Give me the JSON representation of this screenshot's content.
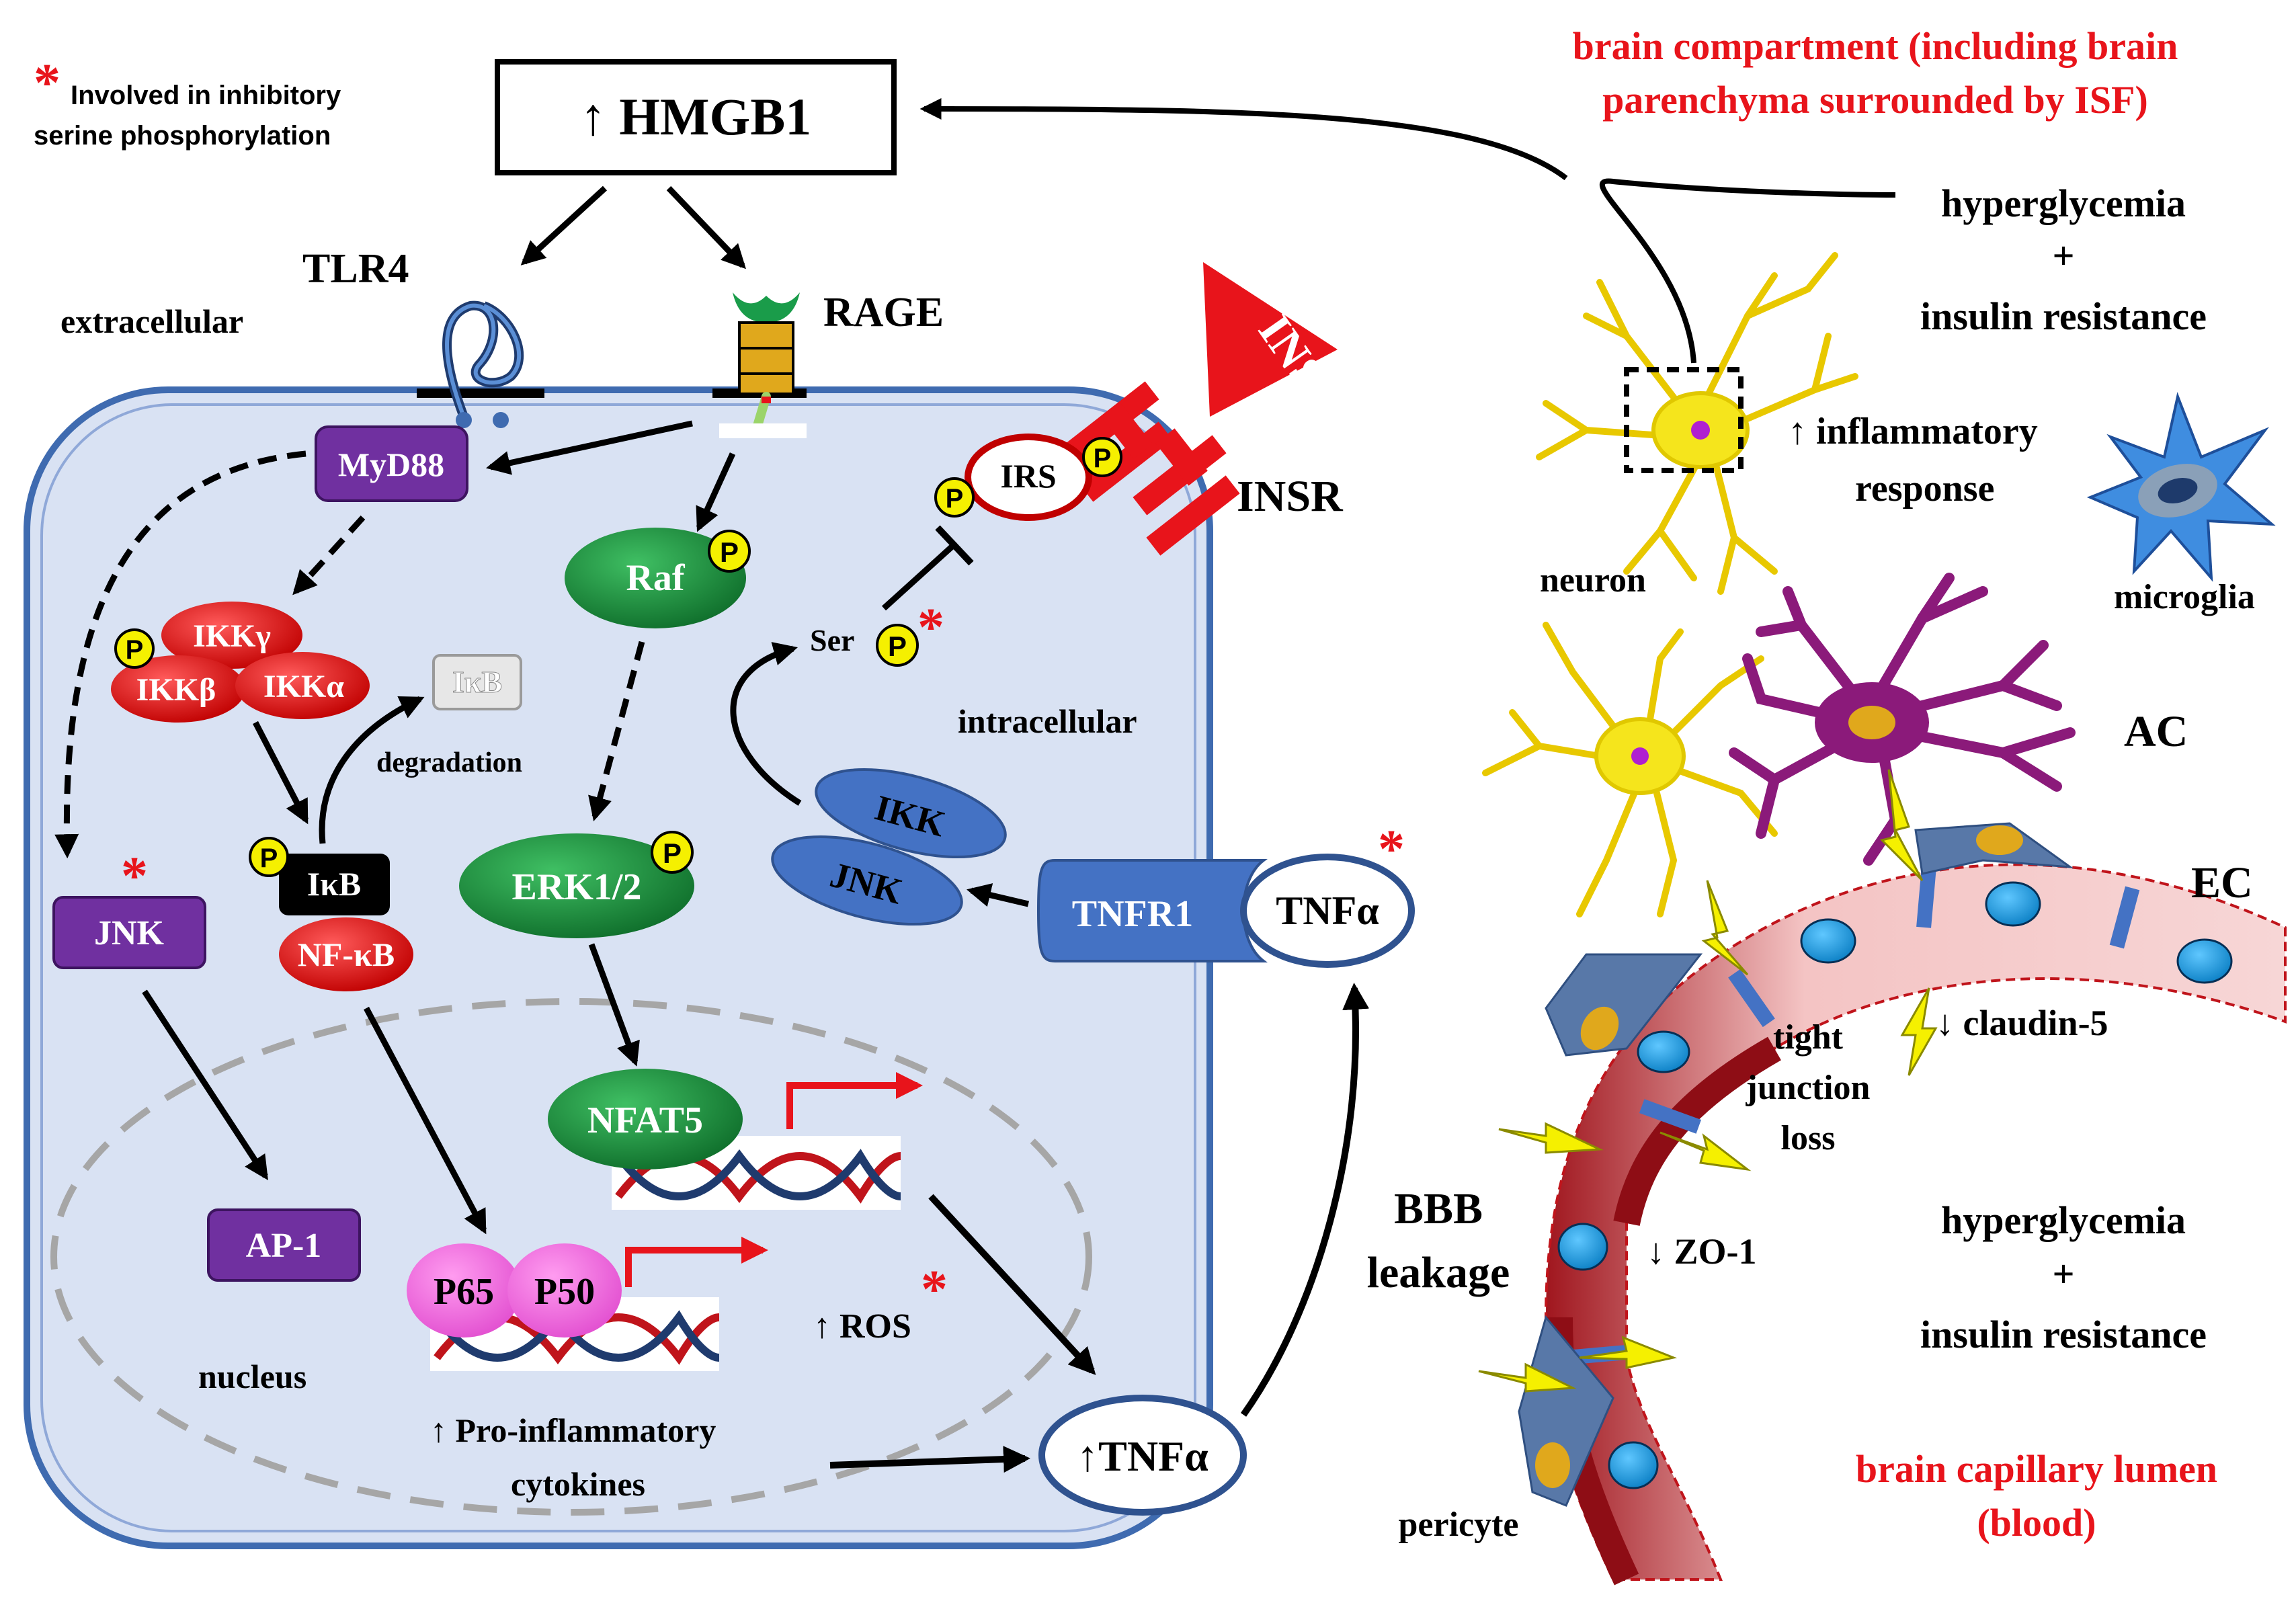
{
  "legend": {
    "star": "*",
    "line1": "Involved in inhibitory",
    "line2": "serine phosphorylation"
  },
  "hmgb1": "↑ HMGB1",
  "labels": {
    "tlr4": "TLR4",
    "rage": "RAGE",
    "extracellular": "extracellular",
    "intracellular": "intracellular",
    "insr": "INSR",
    "ins": "INS",
    "myd88": "MyD88",
    "raf": "Raf",
    "irs": "IRS",
    "ser": "Ser",
    "ikk_gamma": "IKKγ",
    "ikk_beta": "IKKβ",
    "ikk_alpha": "IKKα",
    "ikb_free": "IκB",
    "degradation": "degradation",
    "ikb": "IκB",
    "nfkb": "NF-κB",
    "jnk_left": "JNK",
    "erk": "ERK1/2",
    "ikk_right": "IKK",
    "jnk_right": "JNK",
    "tnfr1": "TNFR1",
    "tnfa_receptor": "TNFα",
    "ap1": "AP-1",
    "nfat5": "NFAT5",
    "p65": "P65",
    "p50": "P50",
    "ros": "↑ ROS",
    "nucleus": "nucleus",
    "cytokines_line1": "↑ Pro-inflammatory",
    "cytokines_line2": "cytokines",
    "tnfa_out": "↑TNFα",
    "phospho": "P",
    "star": "*"
  },
  "right": {
    "compartment_line1": "brain compartment (including brain",
    "compartment_line2": "parenchyma surrounded by ISF)",
    "hyper_top_1": "hyperglycemia",
    "plus_top": "+",
    "hyper_top_2": "insulin resistance",
    "inflammatory_1": "↑ inflammatory",
    "inflammatory_2": "response",
    "neuron": "neuron",
    "microglia": "microglia",
    "ac": "AC",
    "ec": "EC",
    "claudin": "↓ claudin-5",
    "tight_1": "tight",
    "tight_2": "junction",
    "tight_3": "loss",
    "bbb_1": "BBB",
    "bbb_2": "leakage",
    "zo1": "↓ ZO-1",
    "hyper_bot_1": "hyperglycemia",
    "plus_bot": "+",
    "hyper_bot_2": "insulin resistance",
    "lumen_1": "brain capillary lumen",
    "lumen_2": "(blood)",
    "pericyte": "pericyte"
  },
  "colors": {
    "cell_fill": "#d9e2f3",
    "cell_stroke": "#3f6bb0",
    "red_accent": "#e8141b",
    "myd88": "#7030a0",
    "green": "#1e8a3c",
    "ikk_red": "#d9141b",
    "blue_receptor": "#4472c4",
    "neuron_yellow": "#f5e51c",
    "astro_purple": "#8b1a7a",
    "vessel_red": "#b01f28",
    "vessel_pink": "#f6c9c9"
  }
}
